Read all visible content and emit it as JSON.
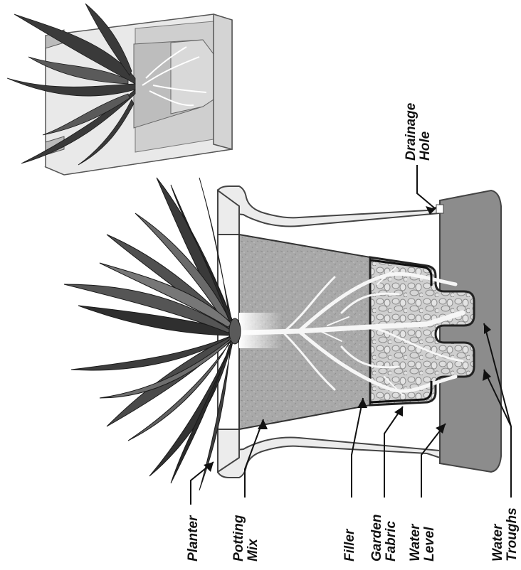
{
  "labels": {
    "planter": "Planter",
    "potting_mix": [
      "Potting",
      "Mix"
    ],
    "filler": "Filler",
    "garden_fabric": [
      "Garden",
      "Fabric"
    ],
    "water_level": [
      "Water",
      "Level"
    ],
    "water_troughs": [
      "Water",
      "Troughs"
    ],
    "drainage_hole": [
      "Drainage",
      "Hole"
    ]
  },
  "colors": {
    "planter_wall": "#ededed",
    "planter_outline": "#555555",
    "potting_mix": "#a9a9a9",
    "filler": "#c9c9c9",
    "water": "#8c8c8c",
    "foliage_dark": "#2f2f2f",
    "foliage_light": "#7a7a7a",
    "roots": "#f4f4f4"
  }
}
